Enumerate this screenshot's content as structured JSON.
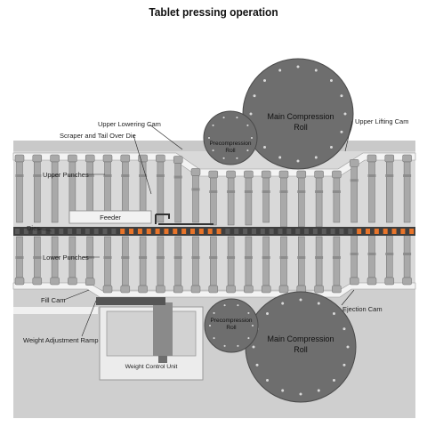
{
  "title": "Tablet pressing operation",
  "labels": {
    "upper_lowering_cam": "Upper  Lowering Cam",
    "scraper": "Scraper and Tail Over Die",
    "upper_lifting_cam": "Upper  Lifting Cam",
    "upper_punches": "Upper Punches",
    "feeder": "Feeder",
    "dies": "Dies",
    "lower_punches": "Lower Punches",
    "fill_cam": "Fill Cam",
    "ejection_cam": "Ejection Cam",
    "weight_adjustment_ramp": "Weight Adjustment Ramp",
    "weight_control_unit": "Weight Control Unit"
  },
  "rolls": {
    "main_top": [
      "Main Compression",
      "Roll"
    ],
    "pre_top": [
      "Precompression",
      "Roll"
    ],
    "main_bottom": [
      "Main Compression",
      "Roll"
    ],
    "pre_bottom": [
      "Precompression",
      "Roll"
    ]
  },
  "colors": {
    "machine_body": "#d6d6d6",
    "machine_dark": "#bdbdbd",
    "punch": "#a9a9a9",
    "punch_edge": "#6f6f6f",
    "roll": "#6e6e6e",
    "die_strip": "#3a3a3a",
    "powder": "#e8742a",
    "cam_track": "#f2f2f2"
  }
}
